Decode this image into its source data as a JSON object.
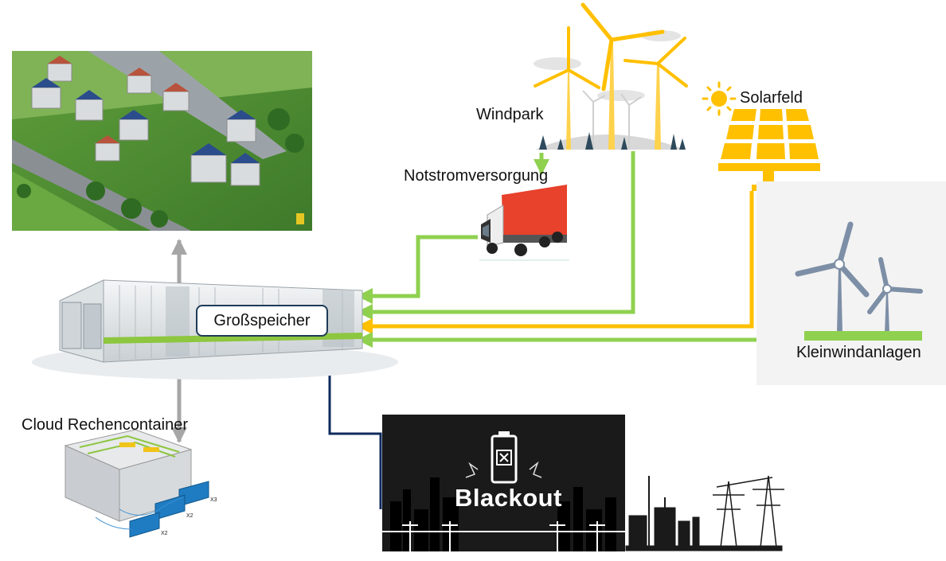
{
  "labels": {
    "windpark": "Windpark",
    "solarfeld": "Solarfeld",
    "notstrom": "Notstromversorgung",
    "grossspeicher": "Großspeicher",
    "kleinwind": "Kleinwindanlagen",
    "cloud": "Cloud Rechencontainer",
    "blackout": "Blackout"
  },
  "container_marks": [
    "X3",
    "X2",
    "X2"
  ],
  "colors": {
    "green_line": "#8fd14f",
    "yellow_line": "#ffc000",
    "gray_line": "#a6a6a6",
    "navy_line": "#0f2a5c",
    "solar_panel": "#ffc000",
    "truck_red": "#e8412c",
    "blackout_bg": "#1a1a1a"
  },
  "icons": [
    "wind-turbine-icon",
    "sun-icon",
    "solar-panel-icon",
    "truck-icon",
    "battery-icon",
    "power-pylon-icon"
  ]
}
